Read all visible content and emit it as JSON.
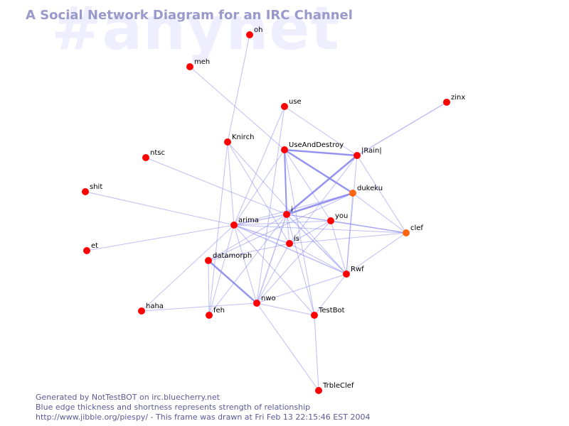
{
  "watermark": "#anynet",
  "title": "A Social Network Diagram for an IRC Channel",
  "footer": {
    "line1": "Generated by NotTestBOT on irc.bluecherry.net",
    "line2": "Blue edge thickness and shortness represents strength of relationship",
    "line3": "http://www.jibble.org/piespy/ - This frame was drawn at Fri Feb 13 22:15:46 EST 2004"
  },
  "colors": {
    "node": "#ff0000",
    "node_highlight": "#ff6611",
    "edge": "#8888ee",
    "title": "#9999cc",
    "watermark": "#eeeeff",
    "footer": "#5a5a99"
  },
  "nodes": [
    {
      "id": "oh",
      "label": "oh"
    },
    {
      "id": "meh",
      "label": "meh"
    },
    {
      "id": "use",
      "label": "use"
    },
    {
      "id": "zinx",
      "label": "zinx"
    },
    {
      "id": "Knirch",
      "label": "Knirch"
    },
    {
      "id": "UseAndDestroy",
      "label": "UseAndDestroy"
    },
    {
      "id": "Rain",
      "label": "|Rain|"
    },
    {
      "id": "ntsc",
      "label": "ntsc"
    },
    {
      "id": "dukeku",
      "label": "dukeku",
      "highlight": true
    },
    {
      "id": "shit",
      "label": "shit"
    },
    {
      "id": "i",
      "label": "i"
    },
    {
      "id": "you",
      "label": "you"
    },
    {
      "id": "arima",
      "label": "arima"
    },
    {
      "id": "clef",
      "label": "clef",
      "highlight": true
    },
    {
      "id": "is",
      "label": "is"
    },
    {
      "id": "et",
      "label": "et"
    },
    {
      "id": "datamorph",
      "label": "datamorph"
    },
    {
      "id": "Rwf",
      "label": "Rwf"
    },
    {
      "id": "nwo",
      "label": "nwo"
    },
    {
      "id": "haha",
      "label": "haha"
    },
    {
      "id": "feh",
      "label": "feh"
    },
    {
      "id": "TestBot",
      "label": "TestBot"
    },
    {
      "id": "TrbleClef",
      "label": "TrbleClef"
    }
  ],
  "edges": [
    {
      "source": "oh",
      "target": "Knirch",
      "weight": 1
    },
    {
      "source": "meh",
      "target": "UseAndDestroy",
      "weight": 1
    },
    {
      "source": "use",
      "target": "Rain",
      "weight": 1
    },
    {
      "source": "use",
      "target": "arima",
      "weight": 1
    },
    {
      "source": "zinx",
      "target": "Rain",
      "weight": 1.5
    },
    {
      "source": "Knirch",
      "target": "arima",
      "weight": 1
    },
    {
      "source": "Knirch",
      "target": "is",
      "weight": 1
    },
    {
      "source": "Knirch",
      "target": "Rwf",
      "weight": 1
    },
    {
      "source": "Knirch",
      "target": "feh",
      "weight": 1
    },
    {
      "source": "UseAndDestroy",
      "target": "Rain",
      "weight": 2.5
    },
    {
      "source": "UseAndDestroy",
      "target": "dukeku",
      "weight": 2.5
    },
    {
      "source": "UseAndDestroy",
      "target": "i",
      "weight": 2
    },
    {
      "source": "UseAndDestroy",
      "target": "arima",
      "weight": 1
    },
    {
      "source": "UseAndDestroy",
      "target": "TestBot",
      "weight": 1
    },
    {
      "source": "UseAndDestroy",
      "target": "you",
      "weight": 1
    },
    {
      "source": "Rain",
      "target": "i",
      "weight": 2.5
    },
    {
      "source": "Rain",
      "target": "clef",
      "weight": 1
    },
    {
      "source": "Rain",
      "target": "is",
      "weight": 1
    },
    {
      "source": "Rain",
      "target": "Rwf",
      "weight": 1
    },
    {
      "source": "ntsc",
      "target": "i",
      "weight": 1
    },
    {
      "source": "dukeku",
      "target": "i",
      "weight": 2.5
    },
    {
      "source": "dukeku",
      "target": "arima",
      "weight": 1
    },
    {
      "source": "dukeku",
      "target": "clef",
      "weight": 1
    },
    {
      "source": "dukeku",
      "target": "Rwf",
      "weight": 1
    },
    {
      "source": "dukeku",
      "target": "datamorph",
      "weight": 1
    },
    {
      "source": "shit",
      "target": "arima",
      "weight": 1
    },
    {
      "source": "i",
      "target": "arima",
      "weight": 1.5
    },
    {
      "source": "i",
      "target": "you",
      "weight": 1
    },
    {
      "source": "i",
      "target": "is",
      "weight": 1
    },
    {
      "source": "i",
      "target": "Rwf",
      "weight": 1.5
    },
    {
      "source": "i",
      "target": "nwo",
      "weight": 1.5
    },
    {
      "source": "i",
      "target": "TestBot",
      "weight": 1
    },
    {
      "source": "i",
      "target": "feh",
      "weight": 1
    },
    {
      "source": "i",
      "target": "datamorph",
      "weight": 1
    },
    {
      "source": "i",
      "target": "clef",
      "weight": 1
    },
    {
      "source": "you",
      "target": "clef",
      "weight": 1.5
    },
    {
      "source": "you",
      "target": "arima",
      "weight": 1
    },
    {
      "source": "you",
      "target": "is",
      "weight": 1
    },
    {
      "source": "you",
      "target": "Rwf",
      "weight": 1
    },
    {
      "source": "you",
      "target": "nwo",
      "weight": 1
    },
    {
      "source": "arima",
      "target": "is",
      "weight": 1.5
    },
    {
      "source": "arima",
      "target": "Rwf",
      "weight": 1.5
    },
    {
      "source": "arima",
      "target": "nwo",
      "weight": 1
    },
    {
      "source": "arima",
      "target": "haha",
      "weight": 1
    },
    {
      "source": "arima",
      "target": "et",
      "weight": 1
    },
    {
      "source": "arima",
      "target": "feh",
      "weight": 1
    },
    {
      "source": "arima",
      "target": "TestBot",
      "weight": 1
    },
    {
      "source": "arima",
      "target": "clef",
      "weight": 1
    },
    {
      "source": "clef",
      "target": "is",
      "weight": 1
    },
    {
      "source": "clef",
      "target": "Rwf",
      "weight": 1
    },
    {
      "source": "is",
      "target": "Rwf",
      "weight": 1
    },
    {
      "source": "is",
      "target": "nwo",
      "weight": 1
    },
    {
      "source": "is",
      "target": "datamorph",
      "weight": 1
    },
    {
      "source": "Rwf",
      "target": "nwo",
      "weight": 1
    },
    {
      "source": "Rwf",
      "target": "TestBot",
      "weight": 1
    },
    {
      "source": "datamorph",
      "target": "nwo",
      "weight": 2.5
    },
    {
      "source": "datamorph",
      "target": "feh",
      "weight": 1
    },
    {
      "source": "nwo",
      "target": "haha",
      "weight": 1
    },
    {
      "source": "nwo",
      "target": "TestBot",
      "weight": 1
    },
    {
      "source": "nwo",
      "target": "TrbleClef",
      "weight": 1
    },
    {
      "source": "nwo",
      "target": "use",
      "weight": 1
    },
    {
      "source": "TestBot",
      "target": "TrbleClef",
      "weight": 1
    }
  ]
}
